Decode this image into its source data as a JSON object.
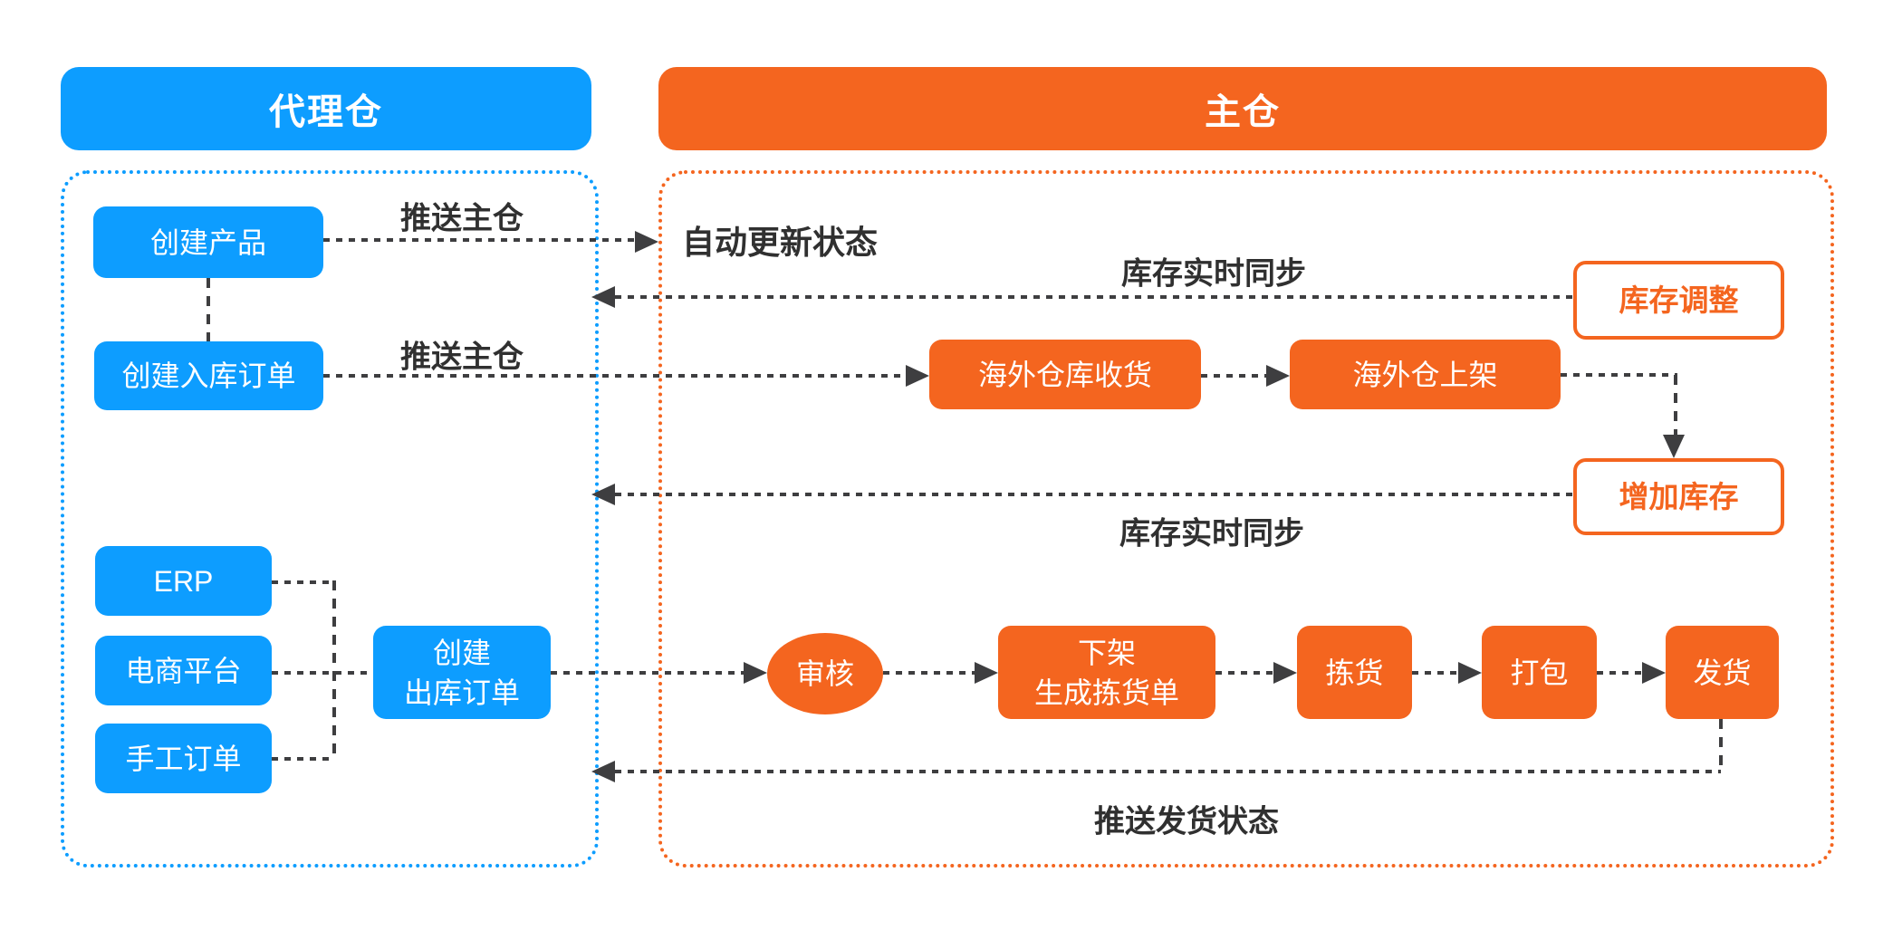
{
  "colors": {
    "blue": "#0D9DFF",
    "orange": "#F4651F",
    "line": "#3E3E40",
    "label": "#303030",
    "white": "#FFFFFF"
  },
  "headers": {
    "agent_warehouse": "代理仓",
    "main_warehouse": "主仓"
  },
  "agent_zone": {
    "create_product": "创建产品",
    "create_inbound_order": "创建入库订单",
    "erp": "ERP",
    "ecommerce_platform": "电商平台",
    "manual_order": "手工订单",
    "create_outbound_line1": "创建",
    "create_outbound_line2": "出库订单"
  },
  "main_zone": {
    "auto_update_status": "自动更新状态",
    "overseas_receive": "海外仓库收货",
    "overseas_shelve": "海外仓上架",
    "inventory_adjust": "库存调整",
    "increase_inventory": "增加库存",
    "audit": "审核",
    "unshelve_line1": "下架",
    "unshelve_line2": "生成拣货单",
    "pick": "拣货",
    "pack": "打包",
    "ship": "发货"
  },
  "edge_labels": {
    "push_main_1": "推送主仓",
    "push_main_2": "推送主仓",
    "inventory_sync_1": "库存实时同步",
    "inventory_sync_2": "库存实时同步",
    "push_ship_status": "推送发货状态"
  }
}
